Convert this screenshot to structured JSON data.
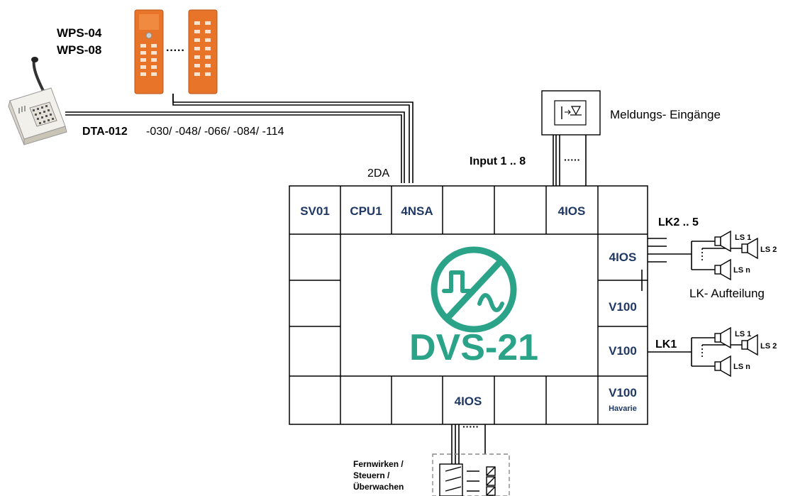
{
  "left": {
    "wps_line1": "WPS-04",
    "wps_line2": "WPS-08",
    "dta_bold": "DTA-012",
    "dta_rest": "-030/ -048/ -066/ -084/ -114",
    "ellipsis": "·····"
  },
  "top": {
    "input_label": "Input 1 .. 8",
    "meldung_label": "Meldungs- Eingänge",
    "bus_label": "2DA",
    "ellipsis": "·····"
  },
  "modules": {
    "top_row": [
      "SV01",
      "CPU1",
      "4NSA",
      "",
      "",
      "4IOS",
      ""
    ],
    "right_col": [
      "4IOS",
      "V100",
      "V100",
      "V100"
    ],
    "havarie": "Havarie",
    "bottom_row": [
      "",
      "",
      "",
      "4IOS",
      "",
      ""
    ]
  },
  "brand": {
    "name": "DVS-21",
    "logo_color": "#2ba388"
  },
  "right": {
    "lk25_label": "LK2 .. 5",
    "lk1_label": "LK1",
    "aufteilung_label": "LK- Aufteilung",
    "speakers": [
      "LS 1",
      "LS 2",
      "LS n"
    ]
  },
  "bottom": {
    "relay_line1": "Fernwirken /",
    "relay_line2": "Steuern /",
    "relay_line3": "Überwachen",
    "ellipsis": "·····"
  },
  "colors": {
    "module_text": "#1f3864",
    "panel_orange": "#e8742a",
    "line": "#000000"
  }
}
